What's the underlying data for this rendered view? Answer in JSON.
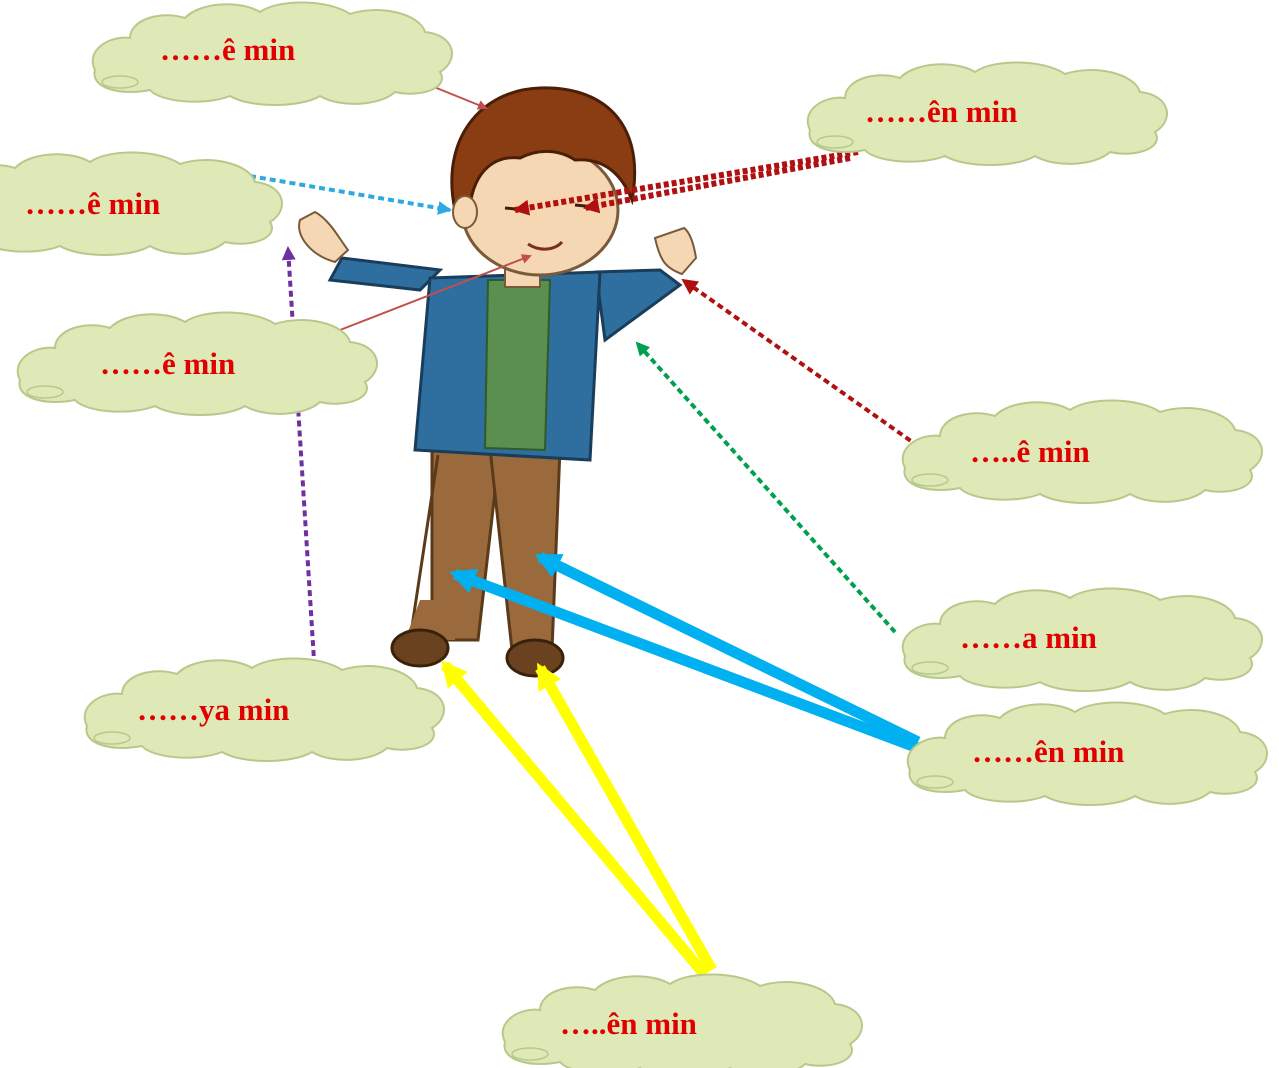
{
  "colors": {
    "label_text": "#e10000",
    "cloud_fill": "#dfe9b8",
    "cloud_stroke": "#b7c98a",
    "arrow_brown": "#c0504d",
    "arrow_light_blue": "#2eaae1",
    "arrow_dark_red": "#b01010",
    "arrow_purple": "#7030a0",
    "arrow_green": "#00a050",
    "arrow_blue": "#00b0f0",
    "arrow_yellow": "#ffff00"
  },
  "labels": {
    "hair": "……ê min",
    "ear": "……ê min",
    "mouth": "……ê min",
    "eyes": "……ên min",
    "hand": "…..ê min",
    "arm": "……a min",
    "legs": "……ên min",
    "hands_left": "……ya min",
    "feet": "…..ên min"
  },
  "illustration": {
    "subject": "boy-figure",
    "hair_color": "#8a3d12",
    "skin_color": "#f6d7b3",
    "jacket_color": "#2e6f9f",
    "shirt_color": "#5b8f4f",
    "pants_color": "#9a6a3c",
    "shoes_color": "#6b4220"
  }
}
